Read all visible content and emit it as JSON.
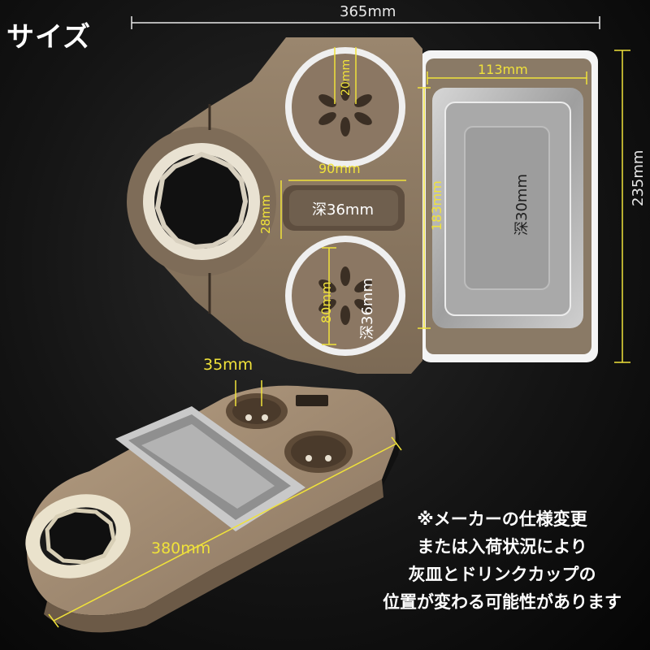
{
  "title": "サイズ",
  "top_view": {
    "width": "365mm",
    "height": "235mm",
    "tray_width": "113mm",
    "tray_height": "183mm",
    "tray_depth": "深30mm",
    "hole_small": "20mm",
    "slot_width": "90mm",
    "slot_depth": "深36mm",
    "ring_width": "28mm",
    "cup_diameter": "80mm",
    "cup_depth": "深36mm"
  },
  "side_view": {
    "gap": "35mm",
    "length": "380mm"
  },
  "note_lines": [
    "※メーカーの仕様変更",
    "または入荷状況により",
    "灰皿とドリンクカップの",
    "位置が変わる可能性があります"
  ],
  "colors": {
    "body": "#8f7a62",
    "tray": "#b9b9b9",
    "dimension_yellow": "#f0e23a"
  }
}
